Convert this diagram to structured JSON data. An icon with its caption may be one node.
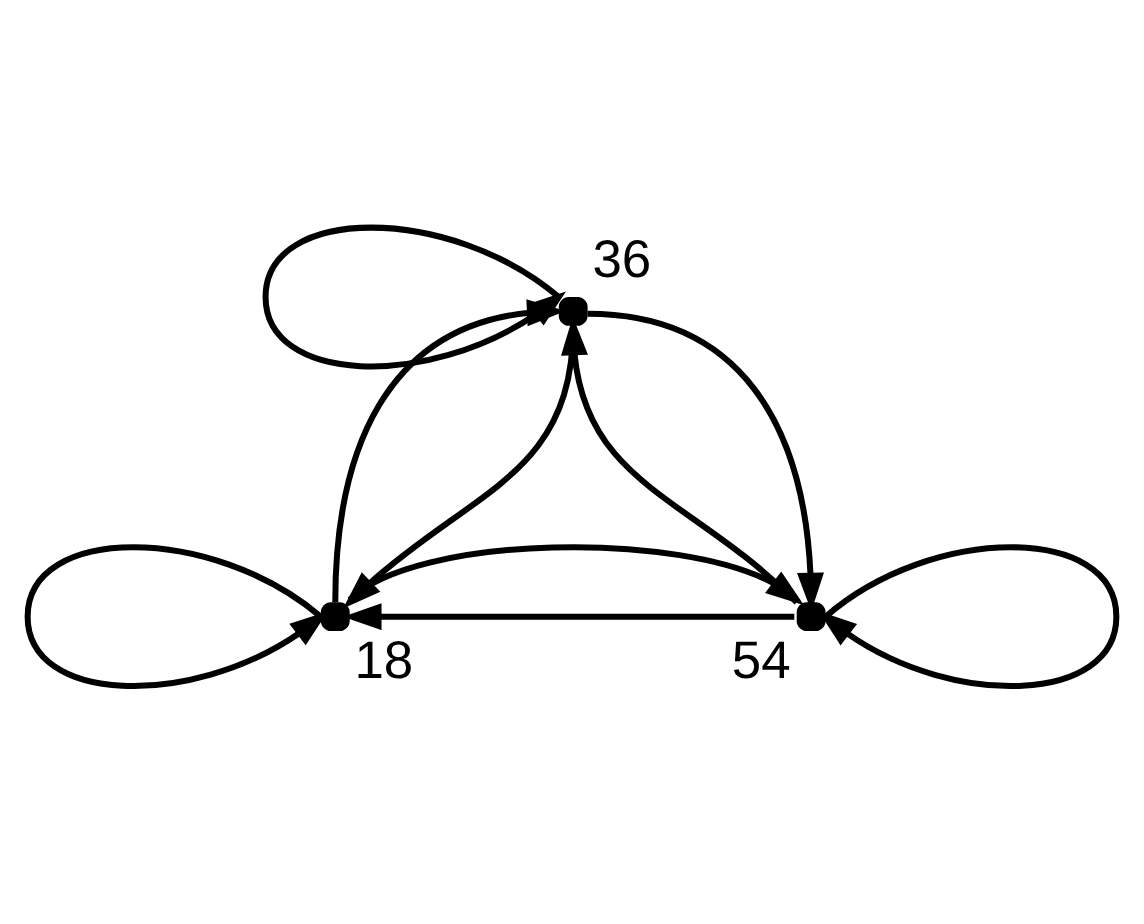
{
  "diagram": {
    "nodes": [
      {
        "text": [],
        "shape": "circle",
        "beside": [
          "36"
        ]
      },
      {
        "text": [],
        "shape": "circle",
        "beside": [
          "18"
        ]
      },
      {
        "text": [],
        "shape": "circle",
        "beside": [
          "54"
        ]
      }
    ],
    "edges": [
      {
        "from": 0,
        "to": 0,
        "arrow": "to"
      },
      {
        "from": 1,
        "to": 0,
        "arrow": "to"
      },
      {
        "from": 0,
        "to": 1,
        "arrow": "to"
      },
      {
        "from": 2,
        "to": 0,
        "arrow": "to"
      },
      {
        "from": 0,
        "to": 2,
        "arrow": "to"
      },
      {
        "from": 1,
        "to": 2,
        "arrow": "to"
      },
      {
        "from": 2,
        "to": 1,
        "arrow": "to"
      },
      {
        "from": 1,
        "to": 1,
        "arrow": "to"
      },
      {
        "from": 2,
        "to": 2,
        "arrow": "to"
      }
    ]
  }
}
